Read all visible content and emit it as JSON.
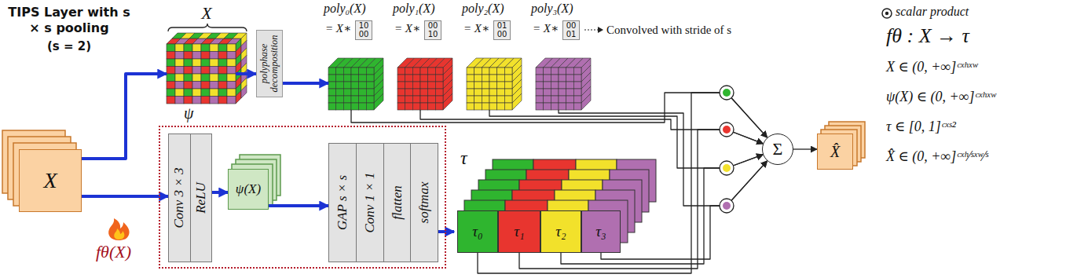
{
  "diagram": {
    "nodes": [
      {
        "text": [
          "X"
        ]
      },
      {
        "text": [
          "X"
        ]
      },
      {
        "text": [
          "polyphase decomposition"
        ]
      },
      {
        "text": [
          "poly₀(X)",
          "= X∗",
          "10 00"
        ]
      },
      {
        "text": [
          "poly₁(X)",
          "= X∗",
          "00 10"
        ]
      },
      {
        "text": [
          "poly₂(X)",
          "= X∗",
          "01 00"
        ]
      },
      {
        "text": [
          "poly₃(X)",
          "= X∗",
          "00 01"
        ]
      },
      {
        "text": [
          "fθ(X)"
        ]
      },
      {
        "text": [
          "Conv 3 × 3",
          "ReLU"
        ],
        "in": 7
      },
      {
        "text": [
          "ψ(X)"
        ],
        "in": 7
      },
      {
        "text": [
          "GAP s × s",
          "Conv 1 × 1",
          "flatten",
          "softmax"
        ],
        "in": 7
      },
      {
        "text": [
          "τ"
        ]
      },
      {
        "text": [
          "τ₀"
        ],
        "in": 11
      },
      {
        "text": [
          "τ₁"
        ],
        "in": 11
      },
      {
        "text": [
          "τ₂"
        ],
        "in": 11
      },
      {
        "text": [
          "τ₃"
        ],
        "in": 11
      },
      {
        "text": [
          "Σ"
        ]
      },
      {
        "text": [
          "X̂"
        ]
      }
    ],
    "edges": [
      {
        "from": 0,
        "to": 1,
        "arrow": "to"
      },
      {
        "from": 0,
        "to": 8,
        "arrow": "to"
      },
      {
        "from": 1,
        "to": 2,
        "arrow": "to"
      },
      {
        "from": 2,
        "to": 3,
        "arrow": "to"
      },
      {
        "from": 8,
        "to": 9,
        "arrow": "to"
      },
      {
        "from": 9,
        "to": 10,
        "arrow": "to"
      },
      {
        "from": 10,
        "to": 11,
        "arrow": "to"
      },
      {
        "from": 3,
        "to": 16,
        "arrow": "to"
      },
      {
        "from": 4,
        "to": 16,
        "arrow": "to"
      },
      {
        "from": 5,
        "to": 16,
        "arrow": "to"
      },
      {
        "from": 6,
        "to": 16,
        "arrow": "to"
      },
      {
        "from": 12,
        "to": 16,
        "arrow": "to"
      },
      {
        "from": 13,
        "to": 16,
        "arrow": "to"
      },
      {
        "from": 14,
        "to": 16,
        "arrow": "to"
      },
      {
        "from": 15,
        "to": 16,
        "arrow": "to"
      },
      {
        "from": 16,
        "to": 17,
        "arrow": "to"
      }
    ],
    "labels": [
      "TIPS Layer with s × s pooling",
      "(s = 2)",
      "ψ",
      "Convolved with stride of s",
      "fθ : X → τ",
      "X ∈ (0, +∞]ᶜˣʰˣʷ",
      "ψ(X) ∈ (0, +∞]ᶜˣʰˣʷ",
      "τ ∈ [0, 1]ᶜˣˢ²",
      "X̂ ∈ (0, +∞]ᶜˣʰ⁄ˢˣʷ⁄ˢ"
    ],
    "legend": [
      {
        "text": "scalar product"
      }
    ]
  }
}
